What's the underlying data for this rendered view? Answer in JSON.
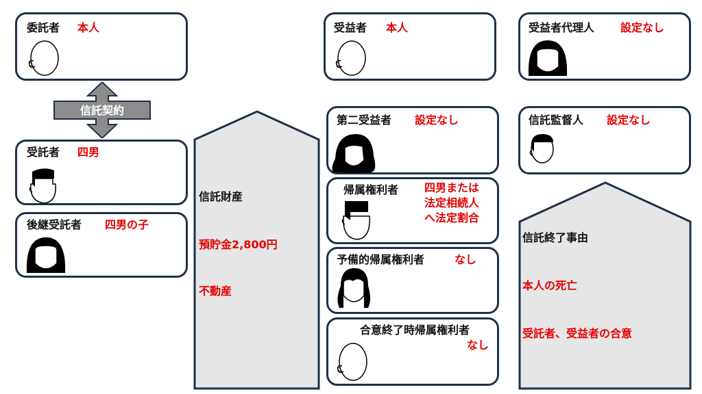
{
  "settlor": {
    "role": "委託者",
    "value": "本人"
  },
  "beneficiary": {
    "role": "受益者",
    "value": "本人"
  },
  "beneficiary_agent": {
    "role": "受益者代理人",
    "value": "設定なし"
  },
  "trust_contract": {
    "label": "信託契約"
  },
  "trustee": {
    "role": "受託者",
    "value": "四男"
  },
  "successor_trustee": {
    "role": "後継受託者",
    "value": "四男の子"
  },
  "trust_property": {
    "title": "信託財産",
    "items": [
      "預貯金2,800円",
      "不動産"
    ]
  },
  "second_beneficiary": {
    "role": "第二受益者",
    "value": "設定なし"
  },
  "trust_supervisor": {
    "role": "信託監督人",
    "value": "設定なし"
  },
  "vested_right_holder": {
    "role": "帰属権利者",
    "value_lines": [
      "四男または",
      "法定相続人",
      "へ法定割合"
    ]
  },
  "reserve_vested_right_holder": {
    "role": "予備的帰属権利者",
    "value": "なし"
  },
  "consensual_termination_holder": {
    "role": "合意終了時帰属権利者",
    "value": "なし"
  },
  "termination_reasons": {
    "title": "信託終了事由",
    "items": [
      "本人の死亡",
      "受託者、受益者の合意"
    ]
  },
  "colors": {
    "border": "#1f3049",
    "accent_red": "#e60000",
    "house_fill": "#e6e6e6",
    "arrow_fill": "#8c8c8c"
  }
}
